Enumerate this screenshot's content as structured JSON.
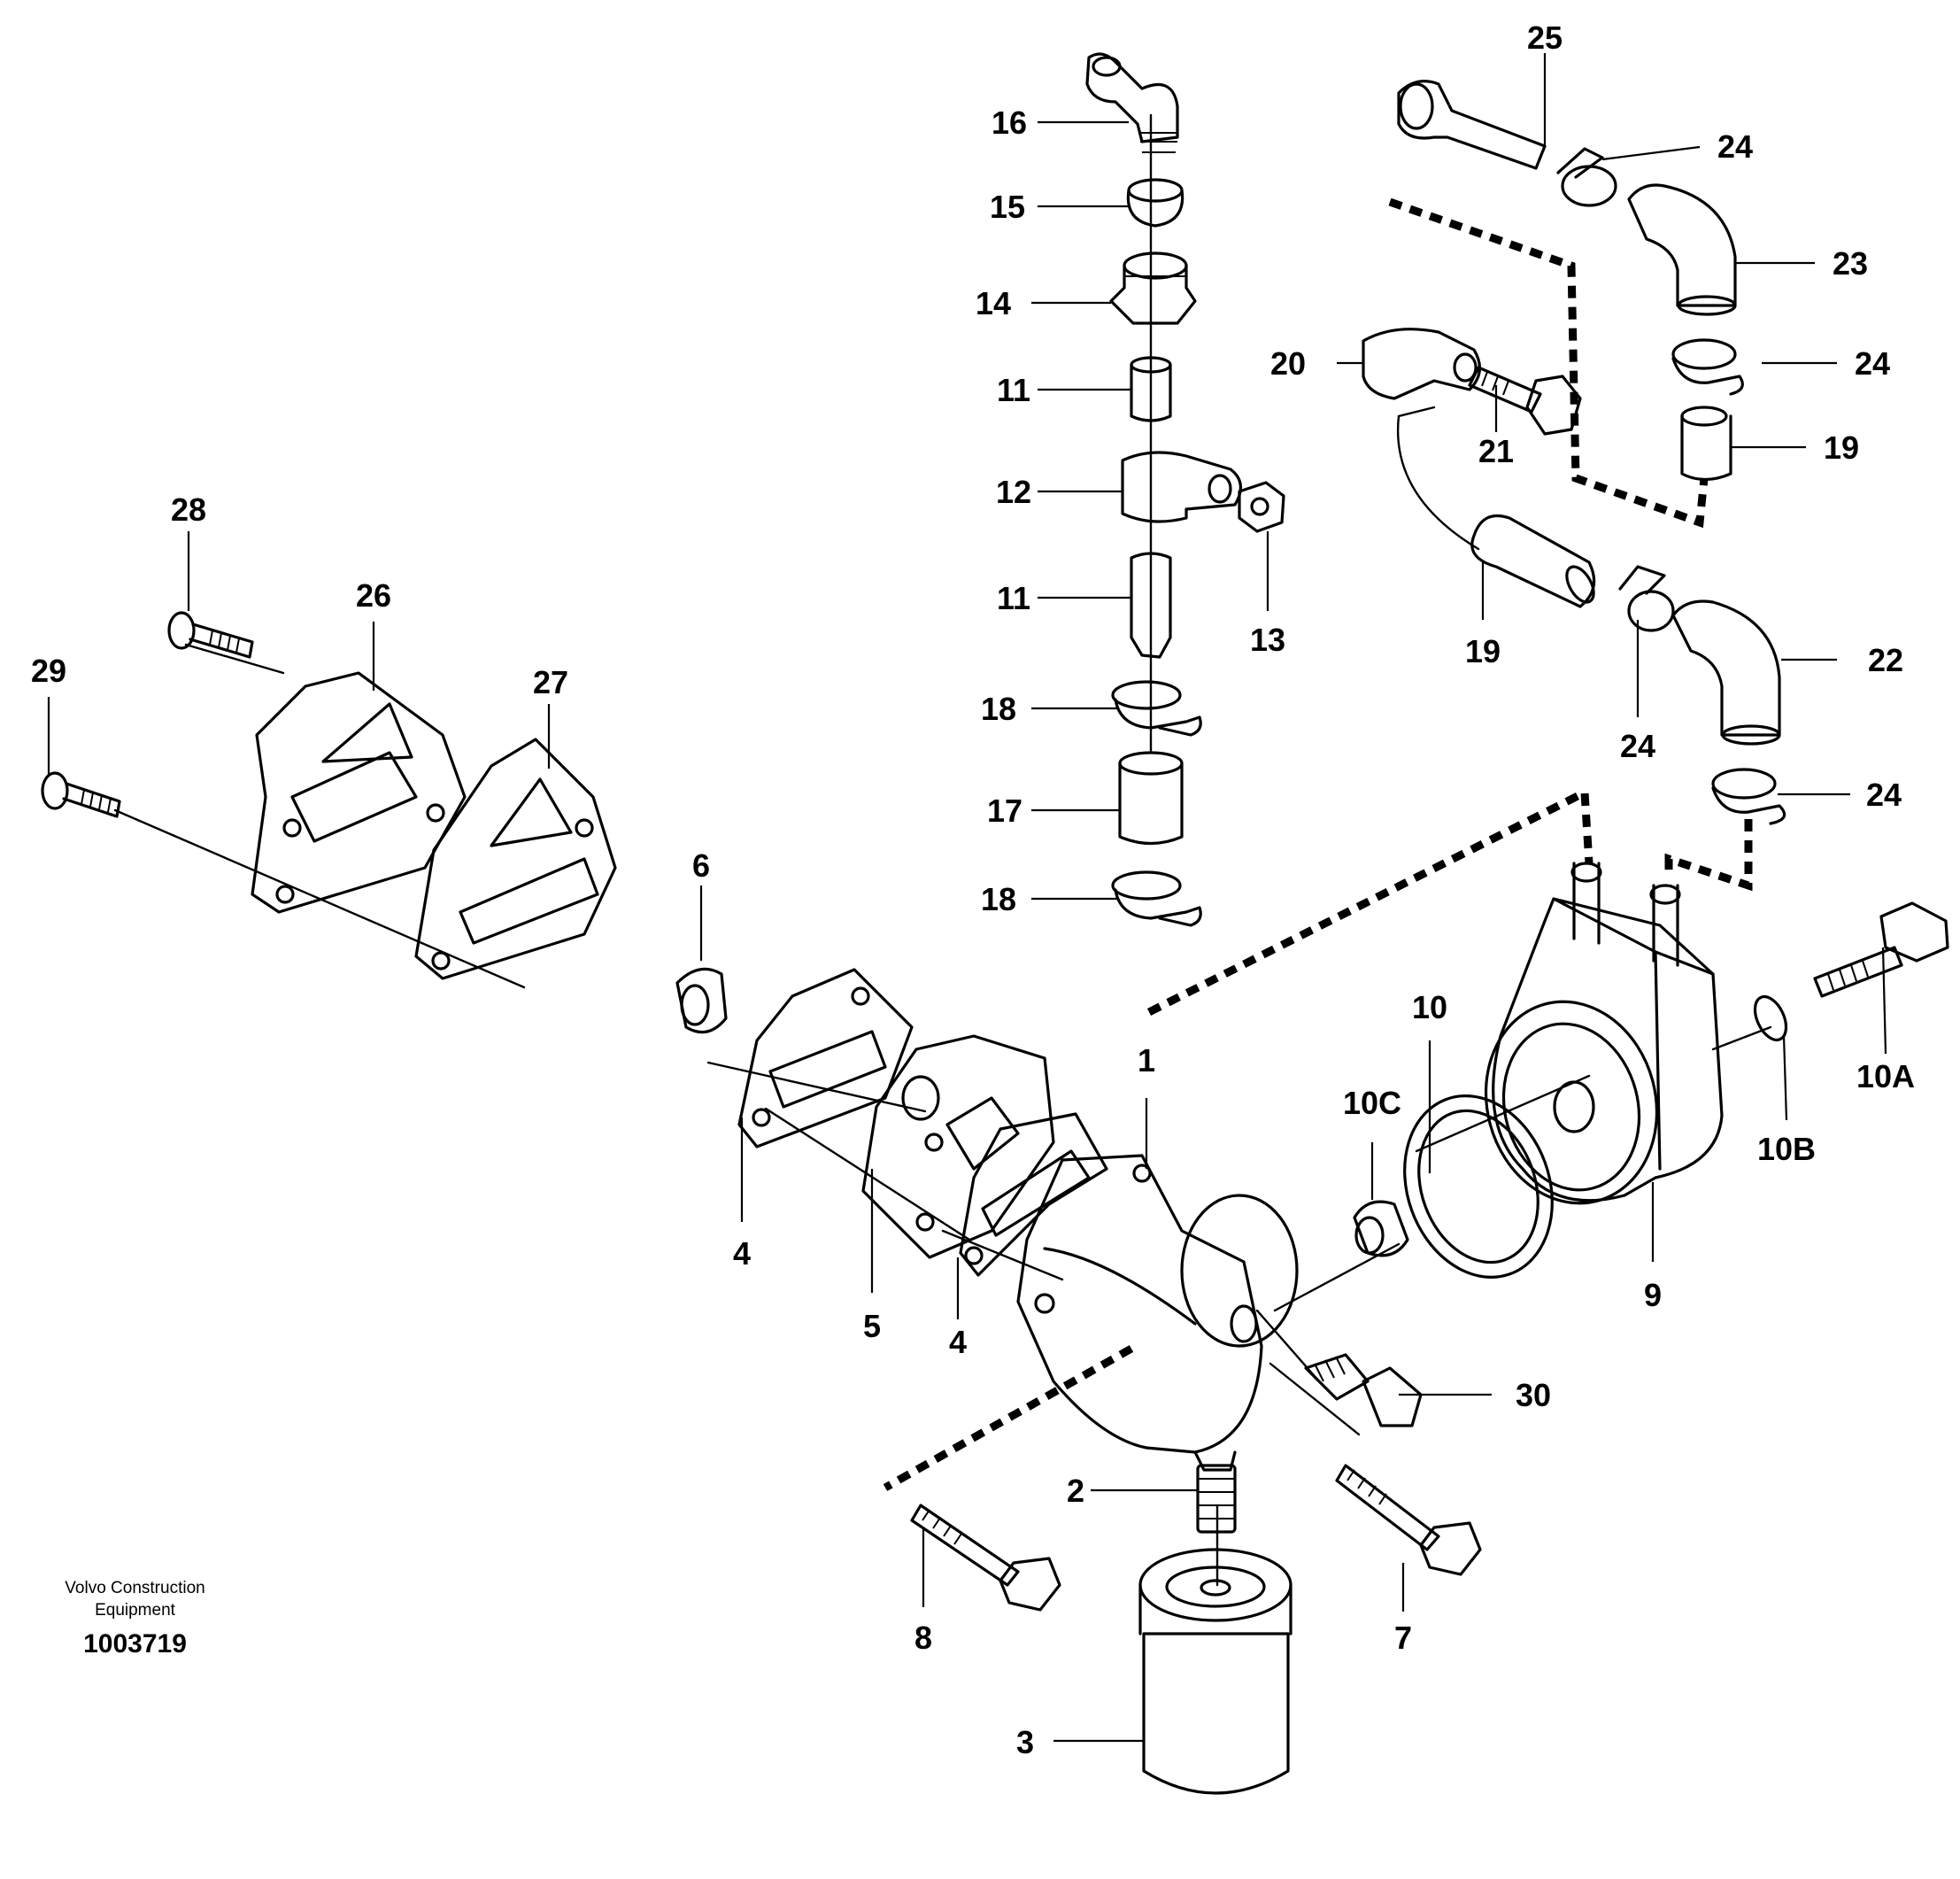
{
  "diagram": {
    "callouts": [
      "1",
      "2",
      "3",
      "4",
      "4",
      "5",
      "6",
      "7",
      "8",
      "9",
      "10",
      "10A",
      "10B",
      "10C",
      "11",
      "11",
      "12",
      "13",
      "14",
      "15",
      "16",
      "17",
      "18",
      "18",
      "19",
      "19",
      "20",
      "21",
      "22",
      "23",
      "24",
      "24",
      "24",
      "24",
      "24",
      "25",
      "26",
      "27",
      "28",
      "29",
      "30"
    ]
  },
  "footer": {
    "brand_line1": "Volvo Construction",
    "brand_line2": "Equipment",
    "drawing_number": "1003719"
  }
}
